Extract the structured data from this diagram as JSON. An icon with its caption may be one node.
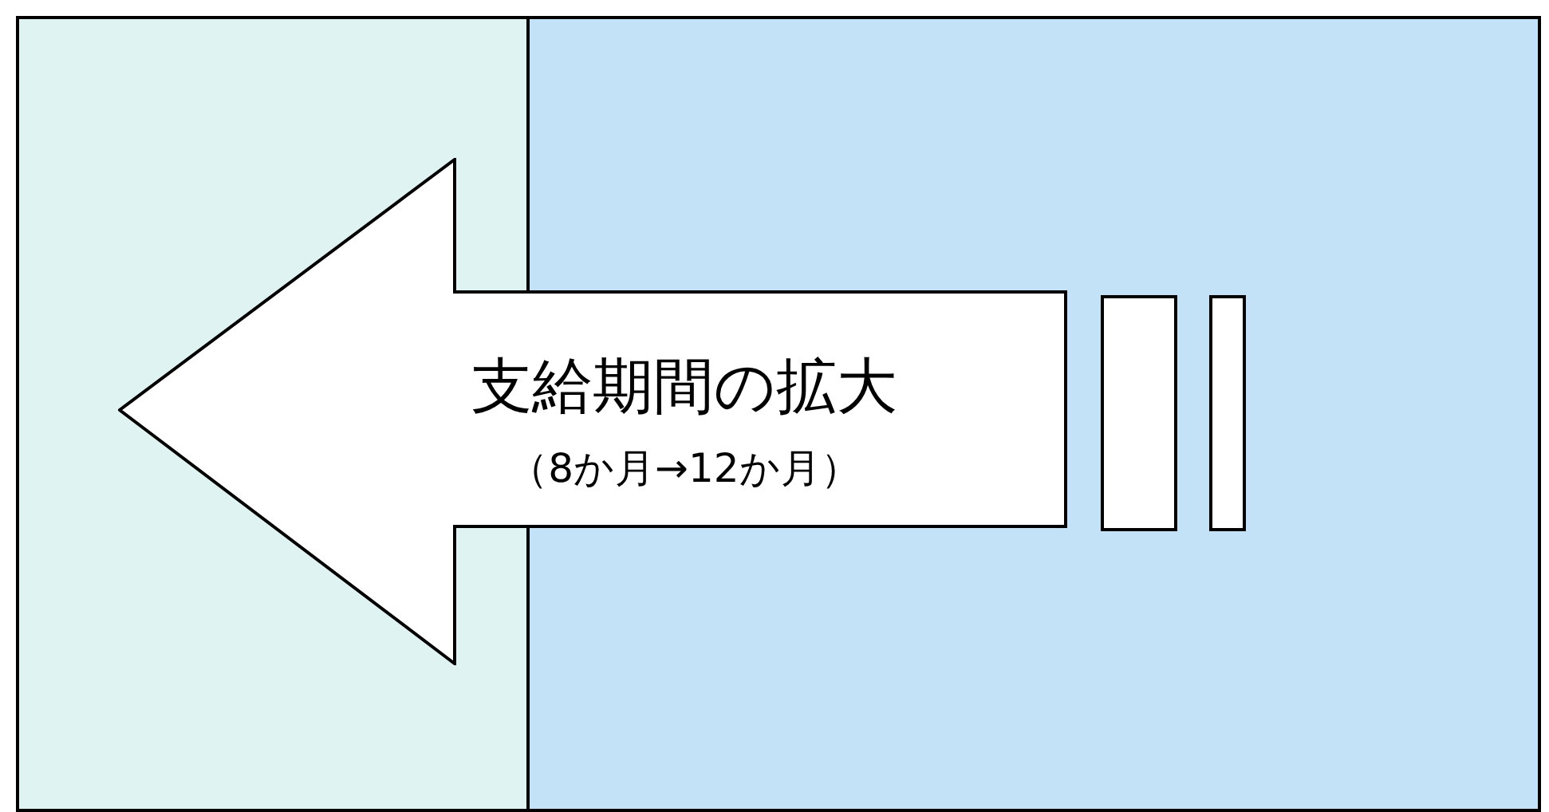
{
  "diagram": {
    "nodes": [
      {
        "text": [],
        "shape": "box"
      },
      {
        "text": [],
        "shape": "box"
      },
      {
        "text": [
          "支給期間の拡大",
          "（8か月→12か月）"
        ]
      },
      {
        "text": [],
        "shape": "bar",
        "in": 1
      },
      {
        "text": [],
        "shape": "bar",
        "in": 1
      }
    ]
  }
}
